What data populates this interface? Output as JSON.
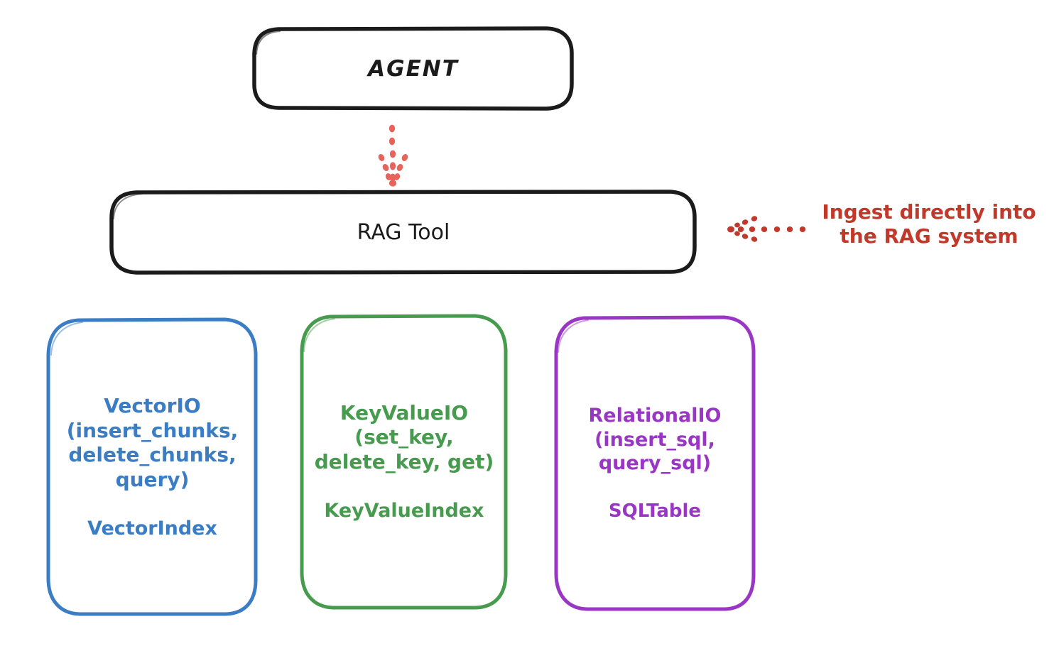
{
  "diagram": {
    "background": "#ffffff",
    "nodes": {
      "agent": {
        "label": "AGENT",
        "stroke": "#1b1b1b"
      },
      "rag_tool": {
        "label": "RAG Tool",
        "stroke": "#1b1b1b"
      },
      "vector_io": {
        "api": "VectorIO\n(insert_chunks,\ndelete_chunks,\nquery)",
        "index": "VectorIndex",
        "color": "#3b7dc4"
      },
      "key_value_io": {
        "api": "KeyValueIO\n(set_key,\ndelete_key, get)",
        "index": "KeyValueIndex",
        "color": "#479b4e"
      },
      "relational_io": {
        "api": "RelationalIO\n(insert_sql,\nquery_sql)",
        "index": "SQLTable",
        "color": "#9a36c4"
      }
    },
    "annotations": {
      "ingest_note": {
        "text": "Ingest directly into\nthe RAG system",
        "color": "#c0392b"
      }
    },
    "connectors": {
      "agent_to_rag": {
        "style": "dotted-arrow-down",
        "color": "#e8635c"
      },
      "note_to_rag": {
        "style": "dotted-arrow-left",
        "color": "#c0392b"
      }
    }
  }
}
